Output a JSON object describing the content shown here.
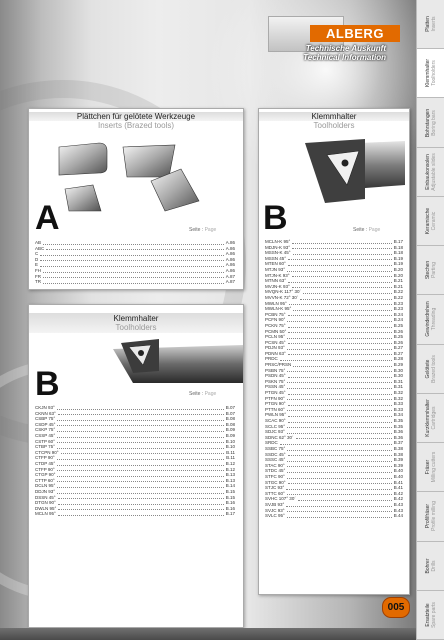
{
  "header": {
    "brand": "ALBERG",
    "title_de": "Technische Auskunft",
    "title_en": "Technical Information"
  },
  "colors": {
    "accent": "#e26a00"
  },
  "panel_a": {
    "title_de": "Plättchen für gelötete Werkzeuge",
    "title_en": "Inserts (Brazed tools)",
    "letter": "A",
    "seite": "Seite",
    "page": "Page",
    "items": [
      {
        "name": "AB",
        "page": "A.86"
      },
      {
        "name": "ABC",
        "page": "A.86"
      },
      {
        "name": "C",
        "page": "A.86"
      },
      {
        "name": "D",
        "page": "A.86"
      },
      {
        "name": "E",
        "page": "A.86"
      },
      {
        "name": "FH",
        "page": "A.86"
      },
      {
        "name": "FR",
        "page": "A.87"
      },
      {
        "name": "TR",
        "page": "A.87"
      }
    ]
  },
  "panel_b_small": {
    "title_de": "Klemmhalter",
    "title_en": "Toolholders",
    "letter": "B",
    "seite": "Seite",
    "page": "Page",
    "items": [
      {
        "name": "CKJN 93°",
        "page": "B.07"
      },
      {
        "name": "CKNN 63°",
        "page": "B.07"
      },
      {
        "name": "CSBP 75°",
        "page": "B.08"
      },
      {
        "name": "CSDP 45°",
        "page": "B.08"
      },
      {
        "name": "CSKP 75°",
        "page": "B.09"
      },
      {
        "name": "CSSP 45°",
        "page": "B.09"
      },
      {
        "name": "CSTP 60°",
        "page": "B.10"
      },
      {
        "name": "CTBP 75°",
        "page": "B.10"
      },
      {
        "name": "CTCPN 90°",
        "page": "B.11"
      },
      {
        "name": "CTFP 90°",
        "page": "B.11"
      },
      {
        "name": "CTDP 45°",
        "page": "B.12"
      },
      {
        "name": "CTFP 90°",
        "page": "B.12"
      },
      {
        "name": "CTGP 90°",
        "page": "B.13"
      },
      {
        "name": "CTTP 60°",
        "page": "B.13"
      },
      {
        "name": "DCLN 95°",
        "page": "B.14"
      },
      {
        "name": "DDJN 93°",
        "page": "B.15"
      },
      {
        "name": "DSSN 45°",
        "page": "B.15"
      },
      {
        "name": "DTGN 90°",
        "page": "B.16"
      },
      {
        "name": "DWLN 95°",
        "page": "B.16"
      },
      {
        "name": "MCLN 95°",
        "page": "B.17"
      }
    ]
  },
  "panel_b_large": {
    "title_de": "Klemmhalter",
    "title_en": "Toolholders",
    "letter": "B",
    "seite": "Seite",
    "page": "Page",
    "items": [
      {
        "name": "MCLN-K 95°",
        "page": "B.17"
      },
      {
        "name": "MDJN-K 93°",
        "page": "B.18"
      },
      {
        "name": "MSSN-K 45°",
        "page": "B.18"
      },
      {
        "name": "MSSN 45°",
        "page": "B.19"
      },
      {
        "name": "MTEN 60°",
        "page": "B.19"
      },
      {
        "name": "MTJN 93°",
        "page": "B.20"
      },
      {
        "name": "MTJN-K 93°",
        "page": "B.20"
      },
      {
        "name": "MTNN 63°",
        "page": "B.21"
      },
      {
        "name": "MVJN-K 93°",
        "page": "B.21"
      },
      {
        "name": "MVQN-K 117° 30´",
        "page": "B.22"
      },
      {
        "name": "MVVN-K 72° 30´",
        "page": "B.22"
      },
      {
        "name": "MWLN 95°",
        "page": "B.23"
      },
      {
        "name": "MWLN-K 95°",
        "page": "B.23"
      },
      {
        "name": "PCBN 75°",
        "page": "B.24"
      },
      {
        "name": "PCFN 90°",
        "page": "B.24"
      },
      {
        "name": "PCKN 75°",
        "page": "B.25"
      },
      {
        "name": "PCMN 50°",
        "page": "B.26"
      },
      {
        "name": "PCLN 95°",
        "page": "B.25"
      },
      {
        "name": "PCSN 45°",
        "page": "B.26"
      },
      {
        "name": "PDJN 93°",
        "page": "B.27"
      },
      {
        "name": "PDNN 63°",
        "page": "B.27"
      },
      {
        "name": "PRDC",
        "page": "B.28"
      },
      {
        "name": "PRSC/PRSN",
        "page": "B.29"
      },
      {
        "name": "PSBN 75°",
        "page": "B.30"
      },
      {
        "name": "PSDN 45°",
        "page": "B.30"
      },
      {
        "name": "PSKN 75°",
        "page": "B.31"
      },
      {
        "name": "PSSN 45°",
        "page": "B.31"
      },
      {
        "name": "PTGN 45°",
        "page": "B.32"
      },
      {
        "name": "PTFN 90°",
        "page": "B.32"
      },
      {
        "name": "PTGN 90°",
        "page": "B.33"
      },
      {
        "name": "PTTN 60°",
        "page": "B.33"
      },
      {
        "name": "PWLN 95°",
        "page": "B.34"
      },
      {
        "name": "SCAC 90°",
        "page": "B.35"
      },
      {
        "name": "SCLC 95°",
        "page": "B.35"
      },
      {
        "name": "SDJC 93°",
        "page": "B.36"
      },
      {
        "name": "SDNC 62° 30´",
        "page": "B.36"
      },
      {
        "name": "SRDC",
        "page": "B.37"
      },
      {
        "name": "SSBC 75°",
        "page": "B.38"
      },
      {
        "name": "SSDC 45°",
        "page": "B.38"
      },
      {
        "name": "SSSC 45°",
        "page": "B.39"
      },
      {
        "name": "STAC 90°",
        "page": "B.39"
      },
      {
        "name": "STDC 45°",
        "page": "B.40"
      },
      {
        "name": "STFC 90°",
        "page": "B.40"
      },
      {
        "name": "STGC 90°",
        "page": "B.41"
      },
      {
        "name": "STJC 93°",
        "page": "B.41"
      },
      {
        "name": "STTC 60°",
        "page": "B.42"
      },
      {
        "name": "SVHC 107° 30´",
        "page": "B.42"
      },
      {
        "name": "SVJB 93°",
        "page": "B.43"
      },
      {
        "name": "SVJC 93°",
        "page": "B.43"
      },
      {
        "name": "SVLC 95°",
        "page": "B.44"
      }
    ]
  },
  "sidebar": {
    "tabs": [
      {
        "de": "Platten",
        "en": "Inserts"
      },
      {
        "de": "Klemmhalter",
        "en": "Toolholders"
      },
      {
        "de": "Bohrstangen",
        "en": "Boring bars"
      },
      {
        "de": "Einbaukonsolen",
        "en": "Adjustable slides"
      },
      {
        "de": "Keramische",
        "en": "Ceramic"
      },
      {
        "de": "Stechen",
        "en": "Parting"
      },
      {
        "de": "Gewindedrehen",
        "en": "Threading"
      },
      {
        "de": "Gelötete",
        "en": "Brazed tools"
      },
      {
        "de": "Kurzklemmhalter",
        "en": "Cartridges"
      },
      {
        "de": "Fräser",
        "en": "Milling cutters"
      },
      {
        "de": "Profilfräser",
        "en": "Profile milling"
      },
      {
        "de": "Bohrer",
        "en": "Drills"
      },
      {
        "de": "Ersatzteile",
        "en": "Spare parts"
      }
    ]
  },
  "footer": {
    "page_number": "005"
  }
}
